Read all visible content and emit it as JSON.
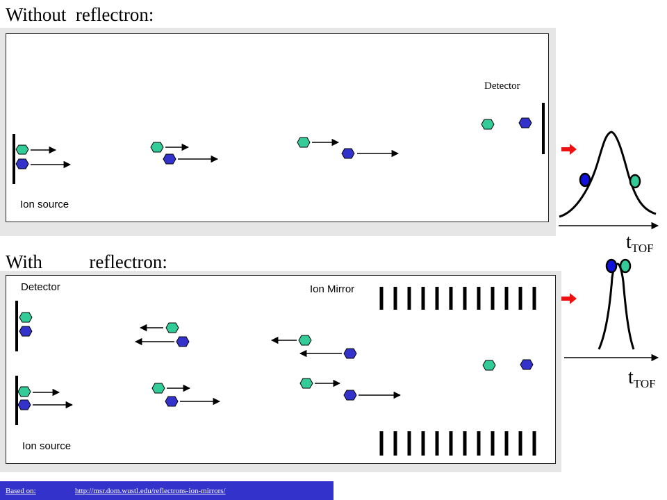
{
  "titles": {
    "top": "Without  reflectron:",
    "bottom": "With          reflectron:"
  },
  "top_panel": {
    "detector_label": "Detector",
    "source_label": "Ion source"
  },
  "bottom_panel": {
    "detector_label": "Detector",
    "mirror_label": "Ion Mirror",
    "source_label": "Ion source"
  },
  "plots": {
    "top_axis_label": "t",
    "top_axis_sub": "TOF",
    "bottom_axis_label": "t",
    "bottom_axis_sub": "TOF"
  },
  "colors": {
    "teal_ion": "#33cc99",
    "blue_ion": "#3333cc",
    "red_arrow": "#ee1111",
    "panel_bg": "#e6e6e6",
    "footer_bg": "#3333cc"
  },
  "footer": {
    "prefix": "Based on:",
    "link": "http://msr.dom.wustl.edu/reflectrons-ion-mirrors/"
  }
}
